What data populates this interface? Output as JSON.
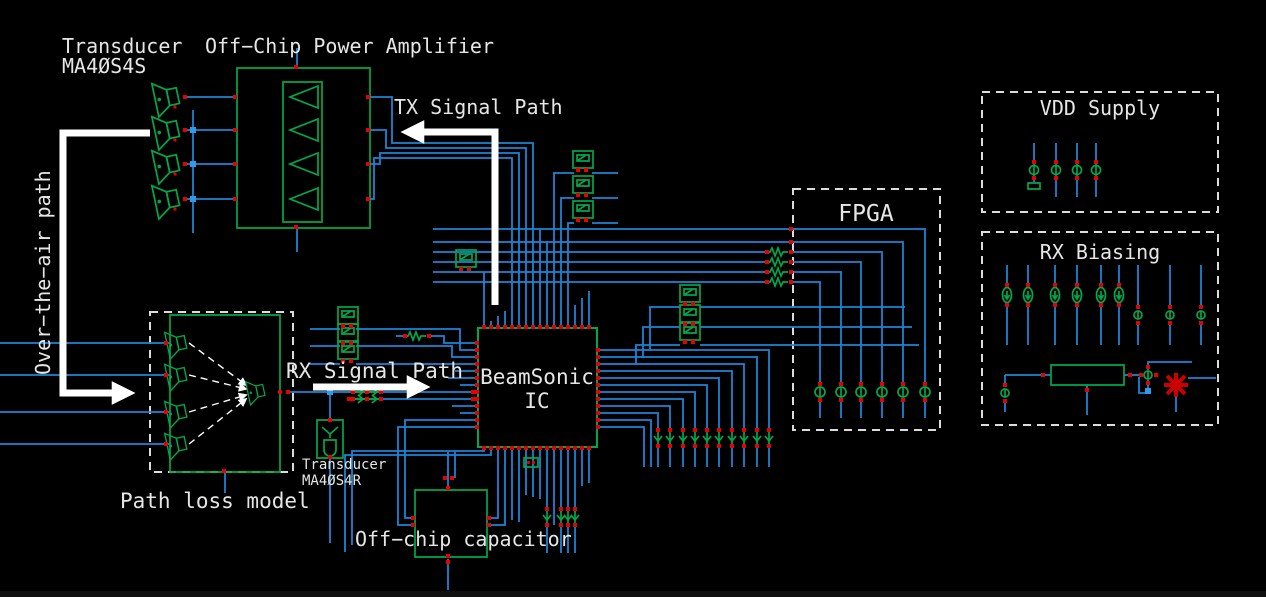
{
  "colors": {
    "background": "#000000",
    "wire": "#1b84d6",
    "junction": "#2f9be8",
    "component": "#00a84c",
    "pin": "#e80000",
    "error_marker": "#cc0000",
    "text": "#e6e6e6",
    "dashed_box": "#dcdcdc",
    "arrow": "#ffffff"
  },
  "labels": {
    "transducer_tx_line1": "Transducer",
    "transducer_tx_line2": "MA4ØS4S",
    "power_amplifier": "Off−Chip Power Amplifier",
    "tx_signal_path": "TX Signal Path",
    "over_the_air_path": "Over−the−air path",
    "path_loss_model": "Path loss model",
    "rx_signal_path": "RX Signal Path",
    "transducer_rx_line1": "Transducer",
    "transducer_rx_line2": "MA4ØS4R",
    "ic_line1": "BeamSonic",
    "ic_line2": "IC",
    "off_chip_capacitor": "Off−chip capacitor",
    "fpga": "FPGA",
    "vdd_supply": "VDD Supply",
    "rx_biasing": "RX Biasing"
  },
  "blocks": [
    {
      "name": "tx-transducer-array",
      "title": "Transducer MA4ØS4S",
      "elements": 4
    },
    {
      "name": "off-chip-power-amplifier",
      "title": "Off−Chip Power Amplifier",
      "amplifiers": 4
    },
    {
      "name": "path-loss-model",
      "title": "Path loss model",
      "inputs": 4,
      "outputs": 1
    },
    {
      "name": "rx-transducer",
      "title": "Transducer MA4ØS4R"
    },
    {
      "name": "beamsonic-ic",
      "title": "BeamSonic IC"
    },
    {
      "name": "off-chip-capacitor",
      "title": "Off−chip capacitor"
    },
    {
      "name": "fpga",
      "title": "FPGA",
      "io_sources": 6
    },
    {
      "name": "vdd-supply",
      "title": "VDD Supply",
      "sources": 4
    },
    {
      "name": "rx-biasing",
      "title": "RX Biasing",
      "current_sources": 6,
      "bias_sources": 3
    }
  ]
}
